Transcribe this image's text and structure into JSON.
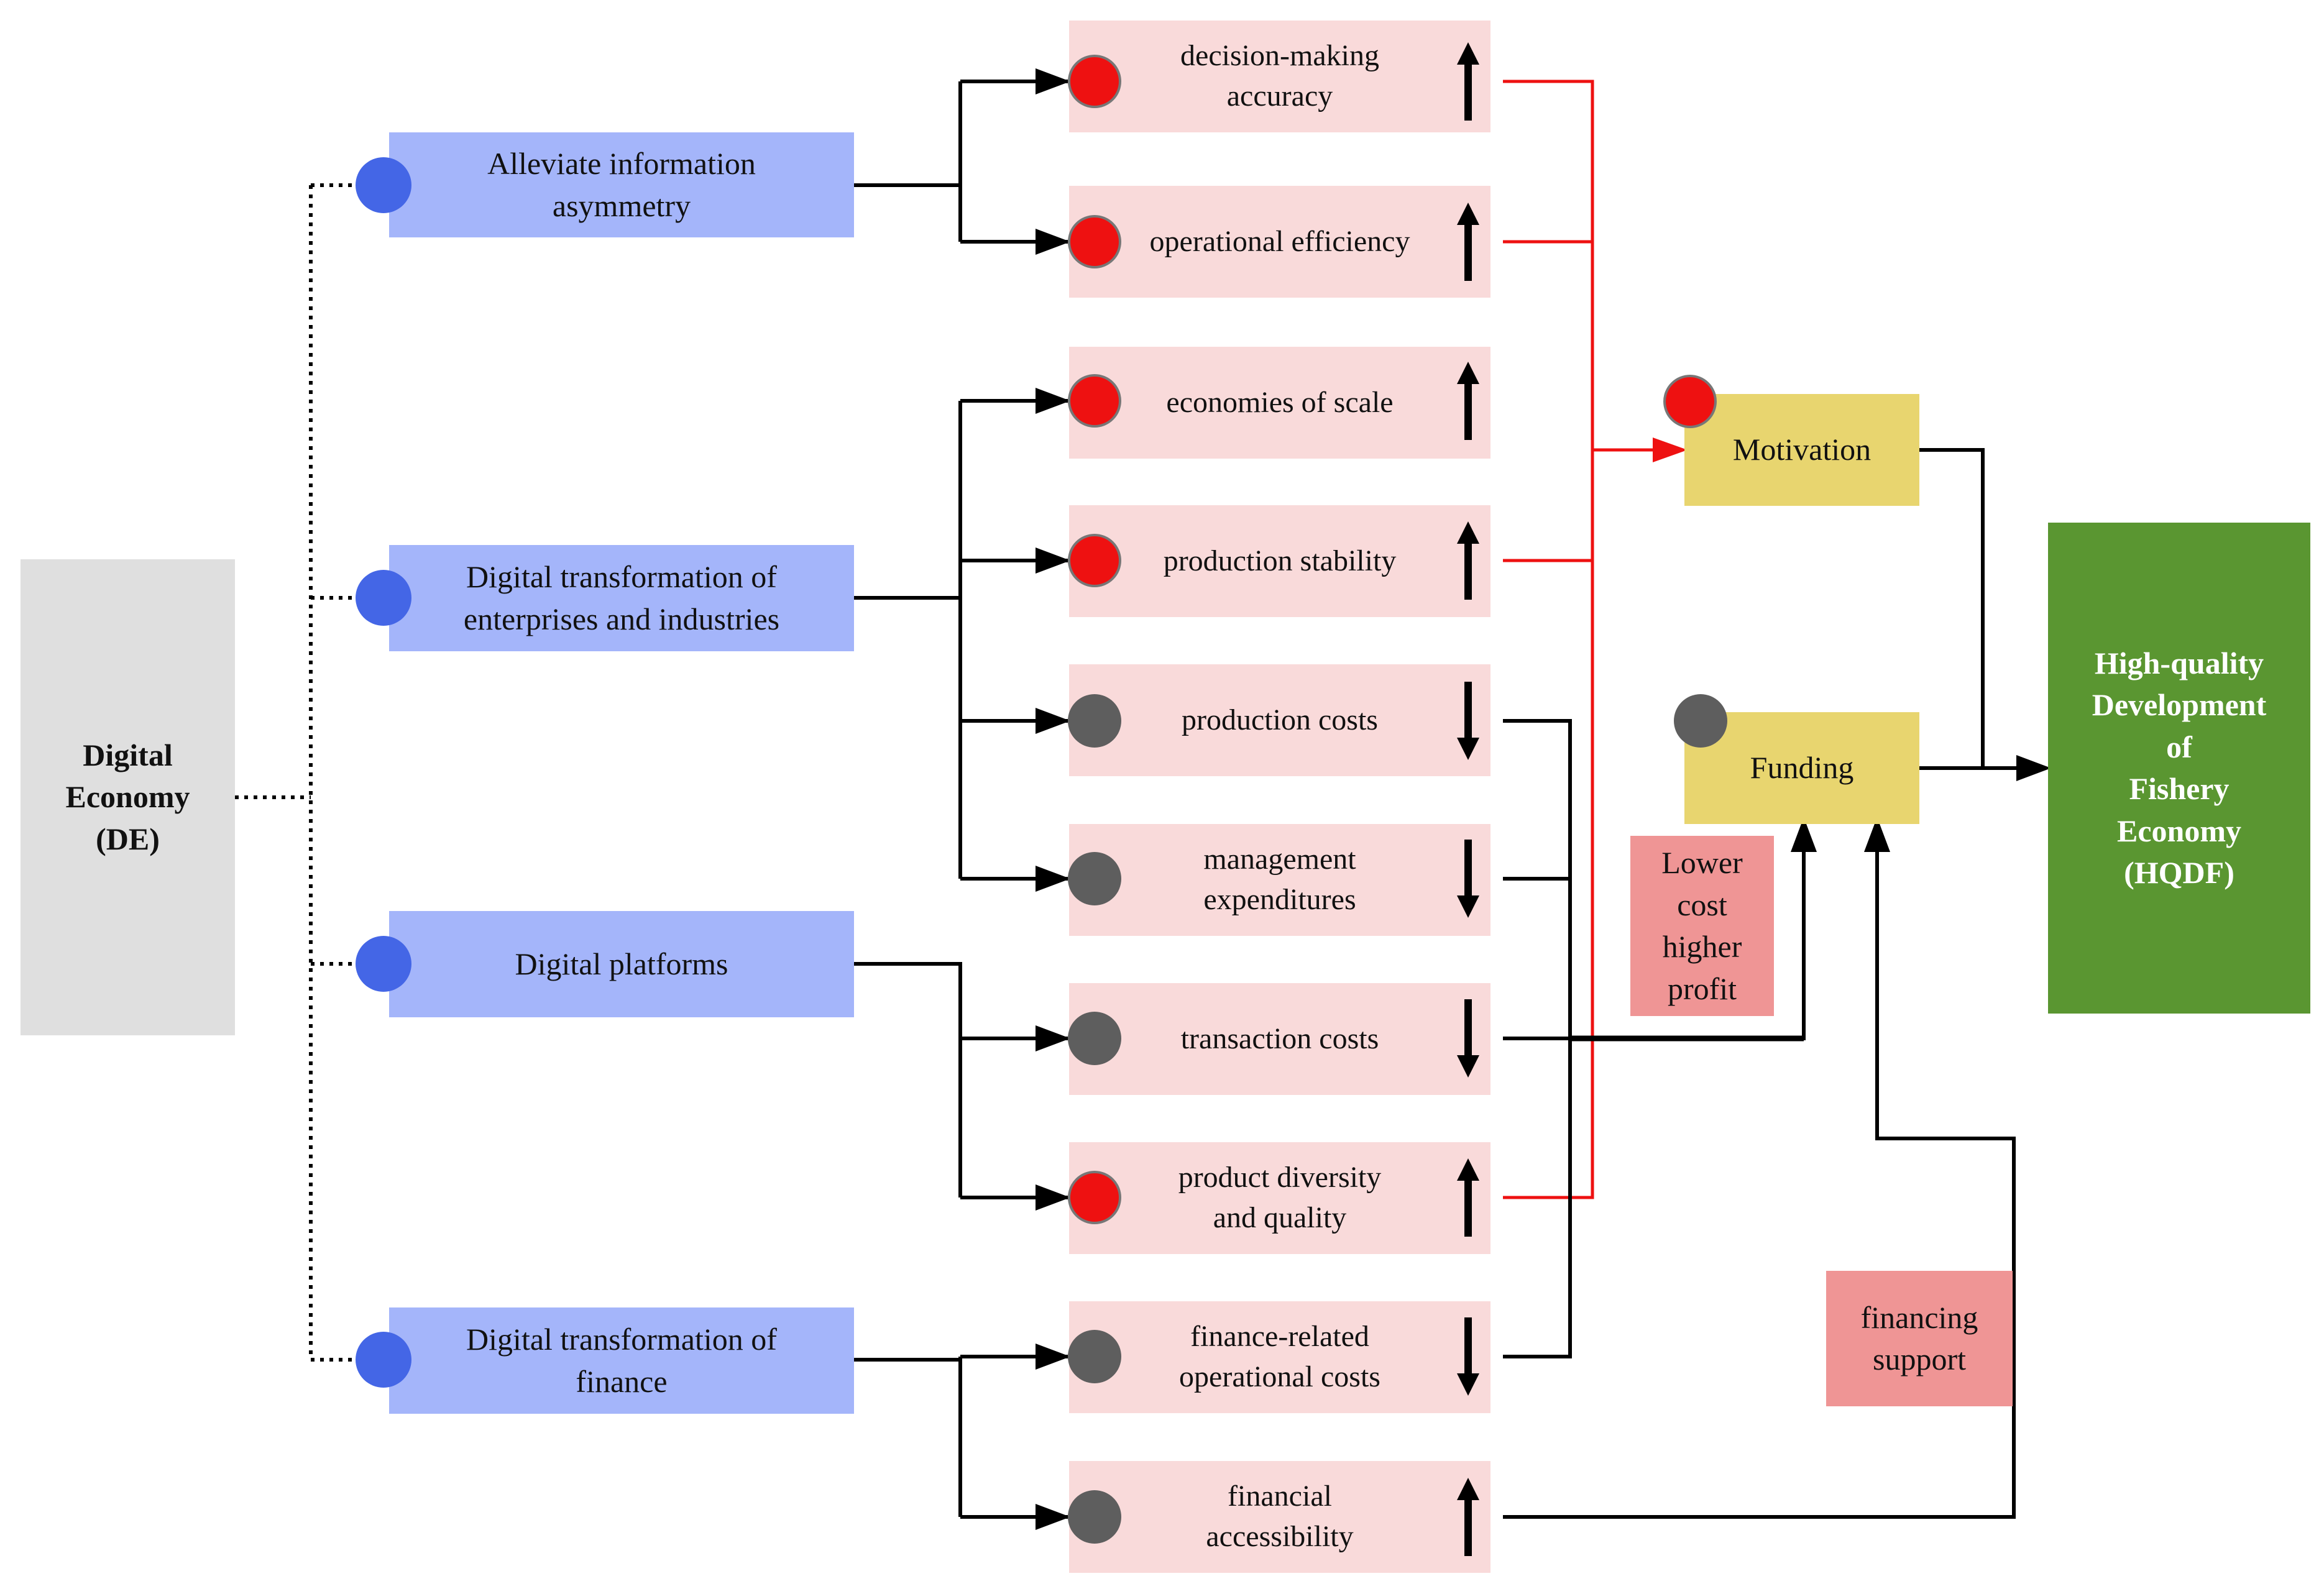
{
  "diagram": {
    "source": {
      "label": "Digital\nEconomy\n(DE)"
    },
    "paths": [
      {
        "id": "p1",
        "label": "Alleviate information\nasymmetry"
      },
      {
        "id": "p2",
        "label": "Digital transformation of\nenterprises and industries"
      },
      {
        "id": "p3",
        "label": "Digital platforms"
      },
      {
        "id": "p4",
        "label": "Digital transformation of\nfinance"
      }
    ],
    "effects": [
      {
        "label": "decision-making\naccuracy",
        "direction": "up",
        "marker": "red"
      },
      {
        "label": "operational efficiency",
        "direction": "up",
        "marker": "red"
      },
      {
        "label": "economies of scale",
        "direction": "up",
        "marker": "red"
      },
      {
        "label": "production stability",
        "direction": "up",
        "marker": "red"
      },
      {
        "label": "production costs",
        "direction": "down",
        "marker": "gray"
      },
      {
        "label": "management\nexpenditures",
        "direction": "down",
        "marker": "gray"
      },
      {
        "label": "transaction costs",
        "direction": "down",
        "marker": "gray"
      },
      {
        "label": "product diversity\nand quality",
        "direction": "up",
        "marker": "red"
      },
      {
        "label": "finance-related\noperational  costs",
        "direction": "down",
        "marker": "gray"
      },
      {
        "label": "financial\naccessibility",
        "direction": "up",
        "marker": "gray"
      }
    ],
    "results": {
      "motivation": "Motivation",
      "funding": "Funding"
    },
    "outcome": {
      "label": "High-quality\nDevelopment\nof\nFishery\nEconomy\n(HQDF)"
    },
    "notes": {
      "lower_cost": "Lower\ncost\nhigher\nprofit",
      "financing_support": "financing\nsupport"
    },
    "colors": {
      "source_bg": "#dfdfdf",
      "path_bg": "#a4b5fa",
      "path_marker": "#4466e6",
      "effect_bg": "#f9dada",
      "marker_red": "#ee1111",
      "marker_gray": "#5e5e5e",
      "result_bg": "#e8d56f",
      "outcome_bg": "#5a9631",
      "note_bg": "#ef9595",
      "motivation_line": "#ee1111"
    }
  }
}
